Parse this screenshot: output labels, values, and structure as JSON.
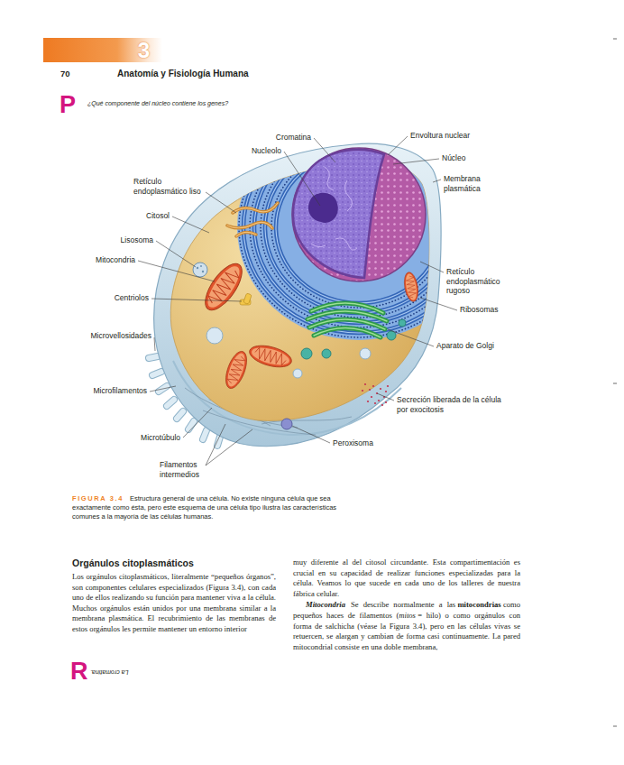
{
  "diagram": {
    "caption": "Estructura general de una célula. No existe ninguna célula que sea exactamente como ésta, pero este esquema de una célula tipo ilustra las características comunes a la mayoría de las células humanas.",
    "nodes": [
      {
        "text": [
          "3"
        ]
      }
    ],
    "labels": [
      "70",
      "Anatomía y Fisiología Humana",
      "P",
      "¿Qué componente del núcleo contiene los genes?",
      "Cromatina",
      "Nucleolo",
      "Envoltura nuclear",
      "Núcleo",
      "Membrana plasmática",
      "Retículo endoplasmático liso",
      "Citosol",
      "Lisosoma",
      "Mitocondria",
      "Centriolos",
      "Microvellosidades",
      "Retículo endoplasmático rugoso",
      "Ribosomas",
      "Aparato de Golgi",
      "Microfilamentos",
      "Secreción liberada de la célula por exocitosis",
      "Microtúbulo",
      "Peroxisoma",
      "Filamentos intermedios",
      "FIGURA 3.4",
      "Orgánulos citoplasmáticos",
      "Los orgánulos citoplasmáticos, literalmente “pequeños órganos”, son componentes celulares especializados (Figura 3.4), con cada uno de ellos realizando su función para mantener viva a la célula. Muchos orgánulos están unidos por una membrana similar a la membrana plasmática. El recubrimiento de las membranas de estos orgánulos les permite mantener un entorno interior",
      "muy diferente al del citosol circundante. Esta compartimentación es crucial en su capacidad de realizar funciones especializadas para la célula. Veamos lo que sucede en cada uno de los talleres de nuestra fábrica celular.",
      "Mitocondria",
      "Se describe normalmente a las",
      "mitocondrias",
      "como pequeños haces de filamentos (",
      "mitos",
      "= hilo) o como orgánulos con forma de salchicha (véase la Figura 3.4), pero en las células vivas se retuercen, se alargan y cambian de forma casi continuamente. La pared mitocondrial consiste en una doble membrana,",
      "R",
      "La cromatina."
    ]
  }
}
